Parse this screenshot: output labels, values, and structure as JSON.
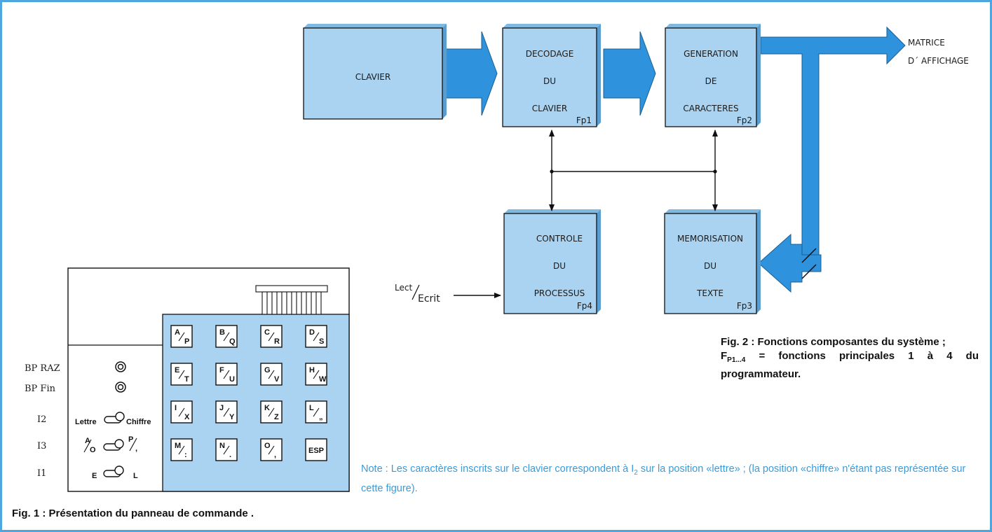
{
  "diagram": {
    "blocks": {
      "clavier": {
        "lines": [
          "CLAVIER"
        ],
        "fp": ""
      },
      "decodage": {
        "lines": [
          "DECODAGE",
          "DU",
          "CLAVIER"
        ],
        "fp": "Fp1"
      },
      "generation": {
        "lines": [
          "GENERATION",
          "DE",
          "CARACTERES"
        ],
        "fp": "Fp2"
      },
      "controle": {
        "lines": [
          "CONTROLE",
          "DU",
          "PROCESSUS"
        ],
        "fp": "Fp4"
      },
      "memorisation": {
        "lines": [
          "MEMORISATION",
          "DU",
          "TEXTE"
        ],
        "fp": "Fp3"
      }
    },
    "output_label": [
      "MATRICE",
      "D´ AFFICHAGE"
    ],
    "input_label": {
      "top": "Lect",
      "bottom": "Ecrit"
    }
  },
  "panel": {
    "side_labels": [
      "BP RAZ",
      "BP Fin",
      "I2",
      "I3",
      "I1"
    ],
    "switches": {
      "i2": {
        "left": "Lettre",
        "right": "Chiffre"
      },
      "i3": {
        "left_top": "A",
        "left_bottom": "O",
        "right_top": "P",
        "right_bottom": ","
      },
      "i1": {
        "left": "E",
        "right": "L"
      }
    },
    "keys": [
      [
        "A",
        "P"
      ],
      [
        "B",
        "Q"
      ],
      [
        "C",
        "R"
      ],
      [
        "D",
        "S"
      ],
      [
        "E",
        "T"
      ],
      [
        "F",
        "U"
      ],
      [
        "G",
        "V"
      ],
      [
        "H",
        "W"
      ],
      [
        "I",
        "X"
      ],
      [
        "J",
        "Y"
      ],
      [
        "K",
        "Z"
      ],
      [
        "L",
        "„"
      ],
      [
        "M",
        ":"
      ],
      [
        "N",
        "."
      ],
      [
        "O",
        ","
      ],
      [
        "ESP",
        ""
      ]
    ]
  },
  "captions": {
    "fig2_line1": "Fig. 2 : Fonctions composantes du système ;",
    "fig2_f": "F",
    "fig2_sub": "P1...4",
    "fig2_rest": "= fonctions principales 1 à 4 du programmateur.",
    "fig1": "Fig. 1 : Présentation du panneau de commande .",
    "note_a": "Note : Les caractères inscrits sur le clavier correspondent à I",
    "note_sub": "2",
    "note_b": " sur la position «lettre» ; (la position «chiffre» n'étant pas représentée sur cette figure)."
  },
  "colors": {
    "block": "#a9d3f1",
    "arrow": "#2e92dc",
    "note": "#3b9bd8",
    "border": "#4da6de"
  }
}
